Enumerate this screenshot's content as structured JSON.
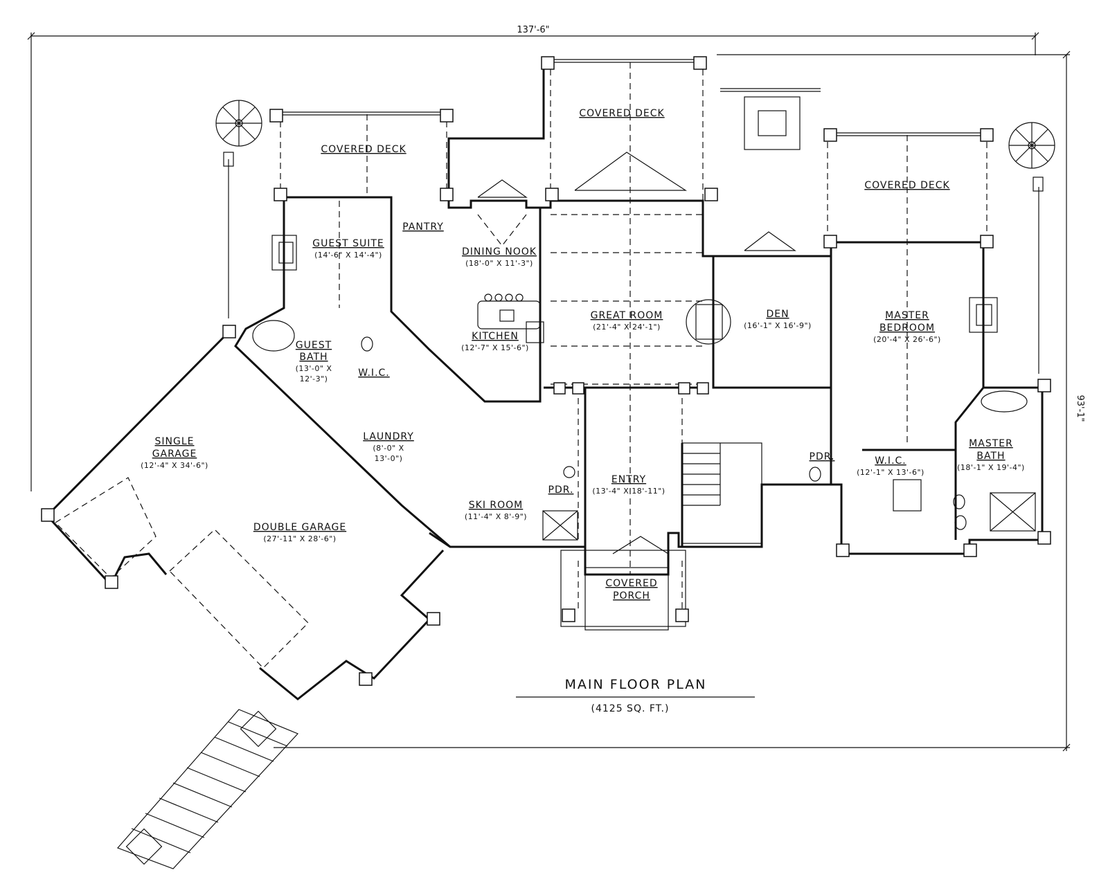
{
  "dimensions": {
    "overall_width": "137'-6\"",
    "overall_depth": "93'-1\""
  },
  "title": {
    "main": "MAIN FLOOR PLAN",
    "area": "(4125 SQ. FT.)"
  },
  "rooms": {
    "covered_deck_left": {
      "name": "COVERED DECK"
    },
    "covered_deck_center": {
      "name": "COVERED DECK"
    },
    "covered_deck_right": {
      "name": "COVERED DECK"
    },
    "guest_suite": {
      "name": "GUEST SUITE",
      "size": "(14'-6\" X 14'-4\")"
    },
    "pantry": {
      "name": "PANTRY"
    },
    "dining_nook": {
      "name": "DINING NOOK",
      "size": "(18'-0\" X 11'-3\")"
    },
    "great_room": {
      "name": "GREAT ROOM",
      "size": "(21'-4\" X 24'-1\")"
    },
    "den": {
      "name": "DEN",
      "size": "(16'-1\" X 16'-9\")"
    },
    "master_bedroom": {
      "name_line1": "MASTER",
      "name_line2": "BEDROOM",
      "size": "(20'-4\" X 26'-6\")"
    },
    "kitchen": {
      "name": "KITCHEN",
      "size": "(12'-7\" X 15'-6\")"
    },
    "guest_bath": {
      "name_line1": "GUEST",
      "name_line2": "BATH",
      "size_line1": "(13'-0\" X",
      "size_line2": "12'-3\")"
    },
    "guest_wic": {
      "name": "W.I.C."
    },
    "laundry": {
      "name": "LAUNDRY",
      "size_line1": "(8'-0\" X",
      "size_line2": "13'-0\")"
    },
    "single_garage": {
      "name_line1": "SINGLE",
      "name_line2": "GARAGE",
      "size": "(12'-4\" X 34'-6\")"
    },
    "double_garage": {
      "name": "DOUBLE GARAGE",
      "size": "(27'-11\" X 28'-6\")"
    },
    "ski_room": {
      "name": "SKI ROOM",
      "size": "(11'-4\" X 8'-9\")"
    },
    "powder_left": {
      "name": "PDR."
    },
    "entry": {
      "name": "ENTRY",
      "size": "(13'-4\" X 18'-11\")"
    },
    "powder_right": {
      "name": "PDR."
    },
    "master_wic": {
      "name": "W.I.C.",
      "size": "(12'-1\" X 13'-6\")"
    },
    "master_bath": {
      "name_line1": "MASTER",
      "name_line2": "BATH",
      "size": "(18'-1\" X 19'-4\")"
    },
    "covered_porch": {
      "name_line1": "COVERED",
      "name_line2": "PORCH"
    }
  }
}
